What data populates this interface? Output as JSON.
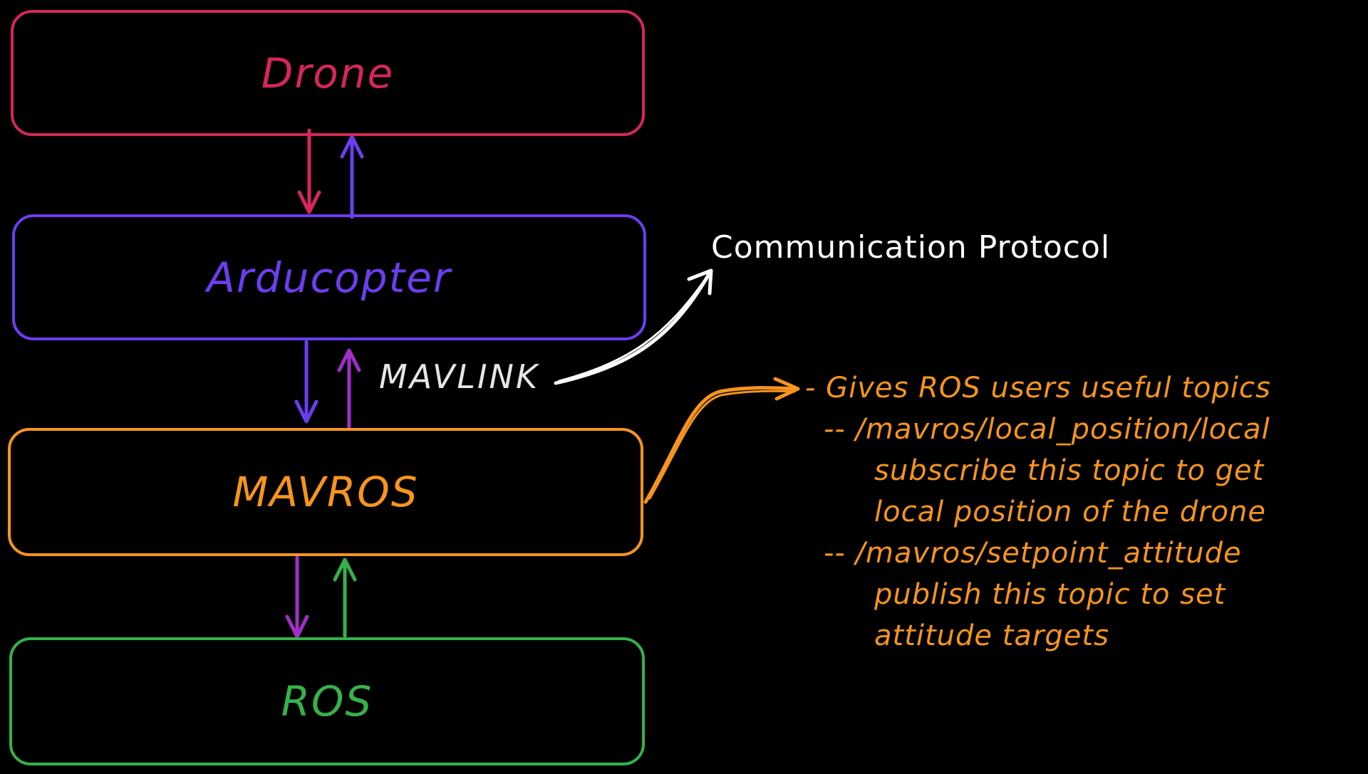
{
  "colors": {
    "background": "#000000",
    "drone": "#d6265a",
    "ardu": "#6a3ef0",
    "mavros": "#f7941d",
    "ros": "#35b24a",
    "purple_link": "#a030c8",
    "white": "#ffffff"
  },
  "boxes": {
    "drone": {
      "label": "Drone"
    },
    "ardu": {
      "label": "Arducopter"
    },
    "mavros": {
      "label": "MAVROS"
    },
    "ros": {
      "label": "ROS"
    }
  },
  "mavlink": {
    "label": "MAVLINK"
  },
  "comm": {
    "label": "Communication Protocol"
  },
  "topics": {
    "heading": "- Gives ROS users useful topics",
    "items": [
      {
        "path": "-- /mavros/local_position/local",
        "desc1": "subscribe this topic to get",
        "desc2": "local position of the drone"
      },
      {
        "path": "-- /mavros/setpoint_attitude",
        "desc1": "publish this topic to set",
        "desc2": "attitude targets"
      }
    ]
  }
}
